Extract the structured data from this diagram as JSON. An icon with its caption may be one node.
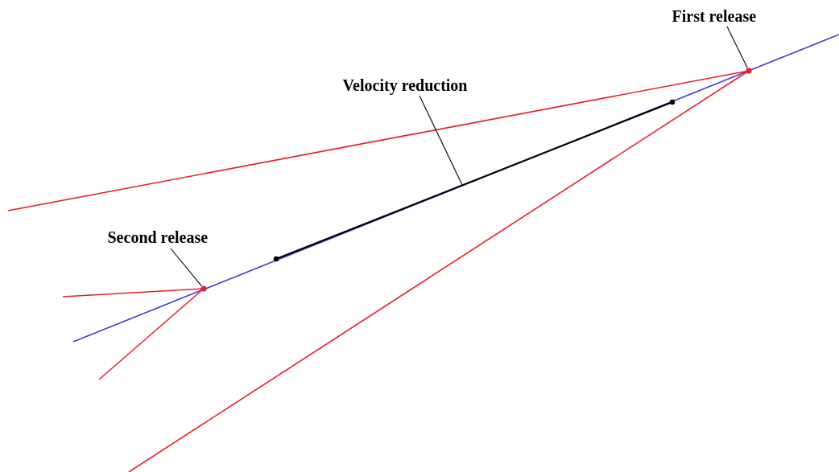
{
  "diagram": {
    "nodes": [
      {
        "text": [
          "First release"
        ]
      },
      {
        "text": [],
        "shape": "circle"
      },
      {
        "text": [
          "Velocity reduction"
        ]
      },
      {
        "text": [
          "Second release"
        ]
      },
      {
        "text": [],
        "shape": "circle"
      }
    ],
    "edges": [
      {
        "from": 0,
        "to": 1,
        "arrow": "none"
      },
      {
        "from": 2,
        "to": null,
        "arrow": "none"
      },
      {
        "from": 3,
        "to": 4,
        "arrow": "none"
      }
    ]
  }
}
